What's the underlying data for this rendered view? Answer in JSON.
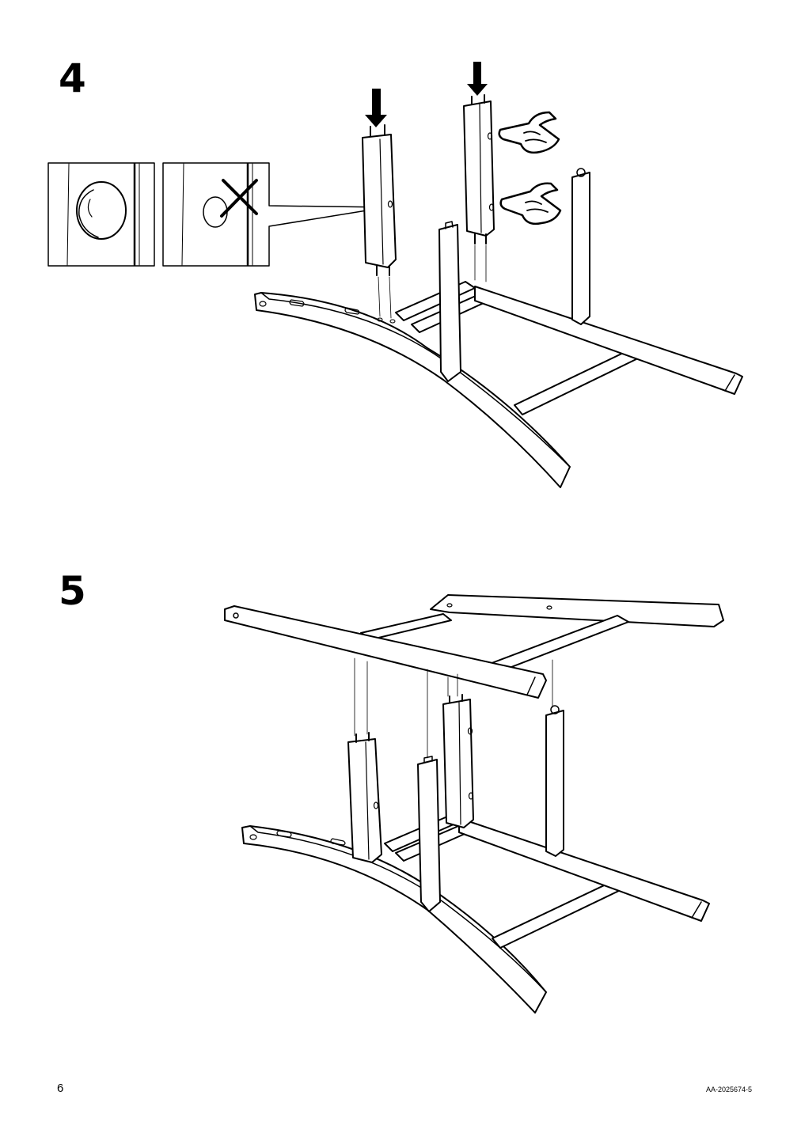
{
  "steps": [
    {
      "number": "4"
    },
    {
      "number": "5"
    }
  ],
  "footer": {
    "page_number": "6",
    "document_code": "AA-2025674-5"
  },
  "icons": [
    "down-arrow-icon",
    "pointing-hand-icon",
    "hole-orientation-correct-icon",
    "hole-orientation-incorrect-icon",
    "cross-mark-icon"
  ]
}
